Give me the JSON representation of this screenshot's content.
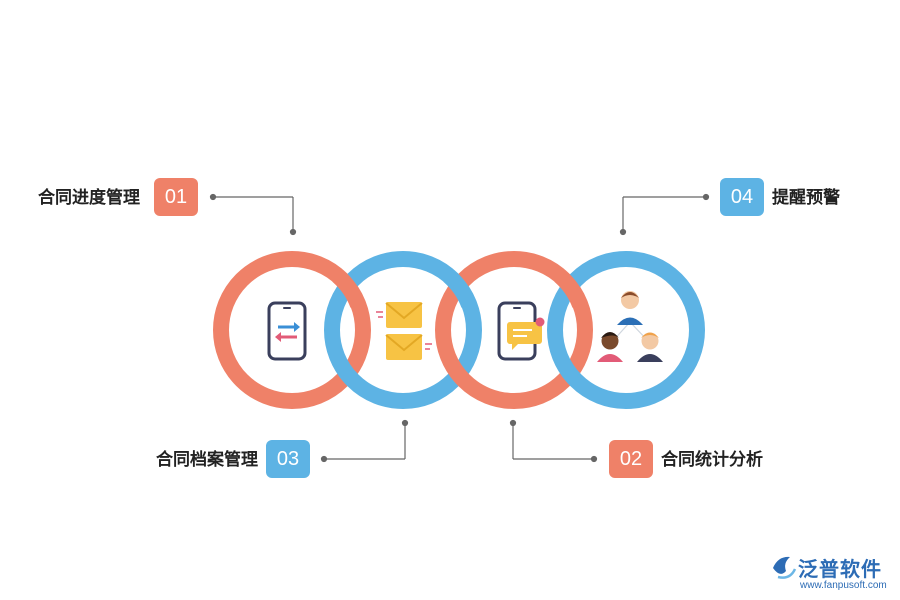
{
  "colors": {
    "salmon": "#ef8168",
    "blue": "#5db3e4",
    "connector": "#666666"
  },
  "items": [
    {
      "number": "01",
      "label": "合同进度管理",
      "color": "salmon"
    },
    {
      "number": "02",
      "label": "合同统计分析",
      "color": "salmon"
    },
    {
      "number": "03",
      "label": "合同档案管理",
      "color": "blue"
    },
    {
      "number": "04",
      "label": "提醒预警",
      "color": "blue"
    }
  ],
  "icons": [
    "phone-transfer-icon",
    "envelopes-icon",
    "phone-message-icon",
    "team-icon"
  ],
  "logo": {
    "name": "泛普软件",
    "url": "www.fanpusoft.com"
  }
}
